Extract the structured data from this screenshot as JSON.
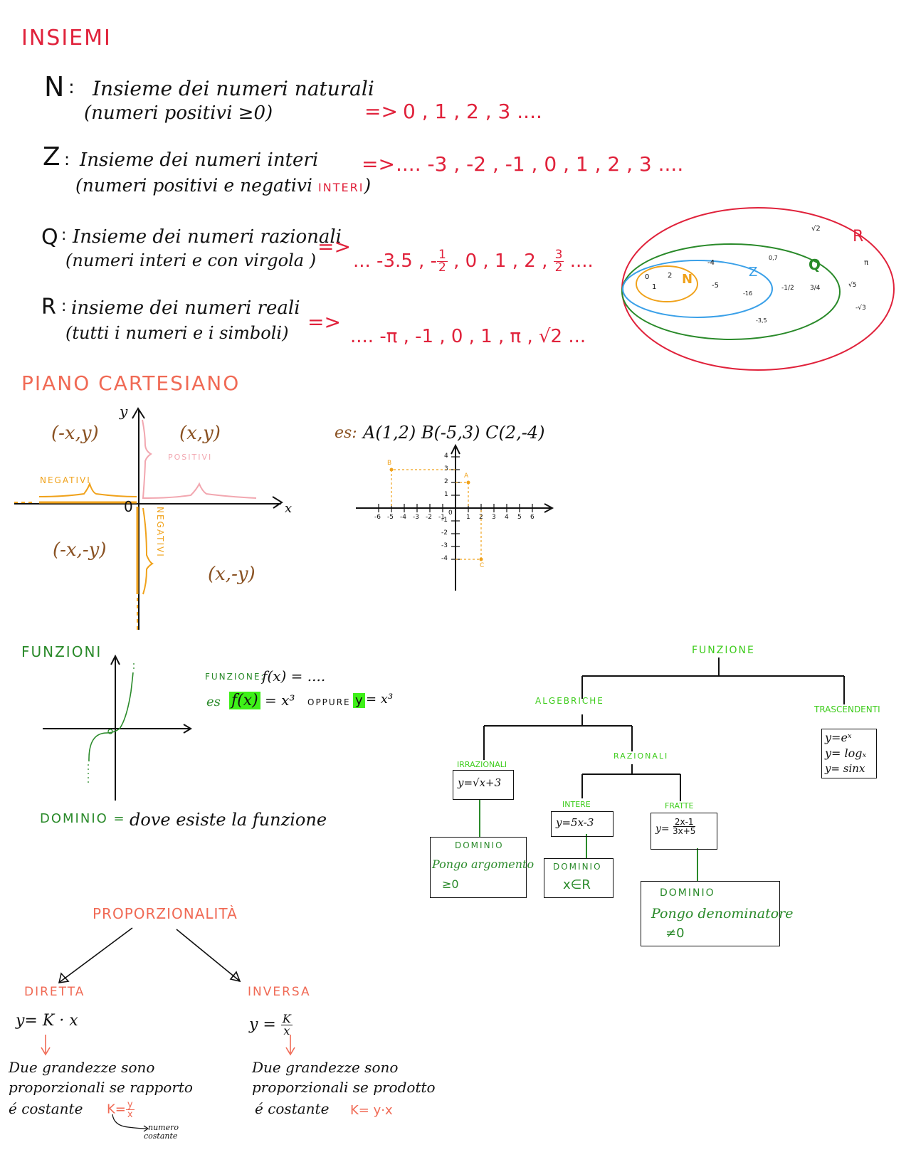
{
  "insiemi": {
    "title": "INSIEMI",
    "rows": [
      {
        "symbol": "N",
        "desc": "Insieme dei numeri naturali",
        "sub": "(numeri positivi ≥0)",
        "arrow": "=>",
        "example": "0 , 1 , 2 , 3 ...."
      },
      {
        "symbol": "Z",
        "desc": "Insieme dei numeri interi",
        "sub": "(numeri positivi e negativi",
        "sub_tag": "INTERI",
        "sub_end": ")",
        "arrow": "=>",
        "example": ".... -3 , -2 , -1 , 0 , 1 , 2 , 3 ...."
      },
      {
        "symbol": "Q",
        "desc": "Insieme dei numeri razionali",
        "sub": "(numeri interi e con virgola )",
        "arrow": "=>",
        "example_pre": "... -3.5 , -",
        "example_frac_num": "1",
        "example_frac_den": "2",
        "example_mid": ", 0 , 1 , 2 ,",
        "example_frac2_num": "3",
        "example_frac2_den": "2",
        "example_post": "...."
      },
      {
        "symbol": "R",
        "desc": "insieme dei numeri reali",
        "sub": "(tutti i numeri e i simboli)",
        "arrow": "=>",
        "example": ".... -π , -1 , 0 , 1 , π , √2 ..."
      }
    ],
    "venn": {
      "N_label": "N",
      "Z_label": "Z",
      "Q_label": "Q",
      "R_label": "R",
      "n_items": [
        "0",
        "2",
        "1"
      ],
      "z_items": [
        "-4",
        "-5",
        "-16"
      ],
      "q_items": [
        "0,7",
        "-1/2",
        "3/4",
        "-3,5"
      ],
      "r_items": [
        "√2",
        "π",
        "√5",
        "-√3"
      ]
    }
  },
  "piano": {
    "title": "PIANO CARTESIANO",
    "quadrants": [
      "(-x,y)",
      "(x,y)",
      "(-x,-y)",
      "(x,-y)"
    ],
    "y_axis": "y",
    "x_axis": "x",
    "origin": "0",
    "positivi_label": "POSITIVI",
    "negativi_label": "NEGATIVI",
    "negativi_v_label": "NEGATIVI",
    "example_label": "es:",
    "example_points": "A(1,2)  B(-5,3)  C(2,-4)",
    "small_x_ticks": [
      "-6",
      "-5",
      "-4",
      "-3",
      "-2",
      "-1",
      "0",
      "1",
      "2",
      "3",
      "4",
      "5",
      "6"
    ],
    "small_y_ticks": [
      "4",
      "3",
      "2",
      "1",
      "-1",
      "-2",
      "-3",
      "-4"
    ],
    "point_labels": [
      "A",
      "B",
      "C"
    ]
  },
  "funzioni": {
    "title": "FUNZIONI",
    "def_label": "FUNZIONE:",
    "def_expr": "f(x) = ....",
    "es_label": "es",
    "es_f": "f(x)",
    "es_expr": "= x³",
    "oppure": "OPPURE",
    "es_y": "y",
    "es_y_expr": "= x³",
    "dominio_label": "DOMINIO =",
    "dominio_text": "dove esiste la funzione"
  },
  "tree": {
    "root": "FUNZIONE",
    "algebriche": "ALGEBRICHE",
    "trascendenti": "TRASCENDENTI",
    "trasc_box": [
      "y=eˣ",
      "y= logₓ",
      "y= sinx"
    ],
    "irrazionali": "IRRAZIONALI",
    "irr_box": "y=√x+3",
    "irr_dom_title": "DOMINIO",
    "irr_dom_text": "Pongo argomento",
    "irr_dom_cond": "≥0",
    "razionali": "RAZIONALI",
    "intere": "INTERE",
    "intere_box": "y=5x-3",
    "intere_dom_title": "DOMINIO",
    "intere_dom_cond": "x∈R",
    "fratte": "FRATTE",
    "fratte_box_y": "y=",
    "fratte_box_num": "2x-1",
    "fratte_box_den": "3x+5",
    "fratte_dom_title": "DOMINIO",
    "fratte_dom_text": "Pongo denominatore",
    "fratte_dom_cond": "≠0"
  },
  "proporzionalita": {
    "title": "PROPORZIONALITÀ",
    "diretta": "DIRETTA",
    "inversa": "INVERSA",
    "dir_formula": "y= K · x",
    "inv_formula_pre": "y =",
    "inv_formula_num": "K",
    "inv_formula_den": "x",
    "dir_text": [
      "Due grandezze sono",
      "proporzionali se rapporto",
      "é costante"
    ],
    "inv_text": [
      "Due grandezze sono",
      "proporzionali se prodotto",
      "é costante"
    ],
    "dir_k_pre": "K=",
    "dir_k_num": "y",
    "dir_k_den": "x",
    "dir_note": [
      "numero",
      "costante"
    ],
    "inv_k": "K= y·x"
  },
  "colors": {
    "red": "#e0223b",
    "brown": "#8a5223",
    "orange": "#f0a21b",
    "pink": "#f2a7b0",
    "green": "#2a8a2a",
    "light_green": "#3dcc1b",
    "salmon": "#f06a55",
    "blue": "#3aa0e8",
    "highlight": "#3ef018"
  }
}
